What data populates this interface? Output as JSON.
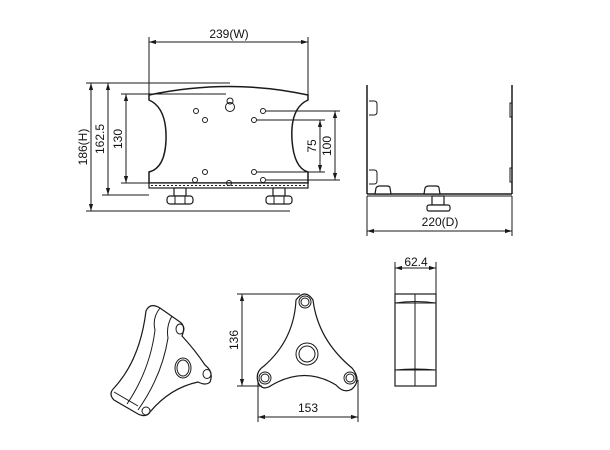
{
  "drawing": {
    "front_view": {
      "width_label": "239(W)",
      "height_label": "186(H)",
      "inner_height_label": "162.5",
      "hole_spacing_left_label": "130",
      "hole_spacing_right_inner_label": "75",
      "hole_spacing_right_outer_label": "100"
    },
    "side_view": {
      "depth_label": "220(D)"
    },
    "foot_top_view": {
      "height_label": "136",
      "width_label": "153"
    },
    "foot_side_view": {
      "width_label": "62.4"
    },
    "colors": {
      "line": "#1a1a1a",
      "background": "#ffffff"
    }
  }
}
